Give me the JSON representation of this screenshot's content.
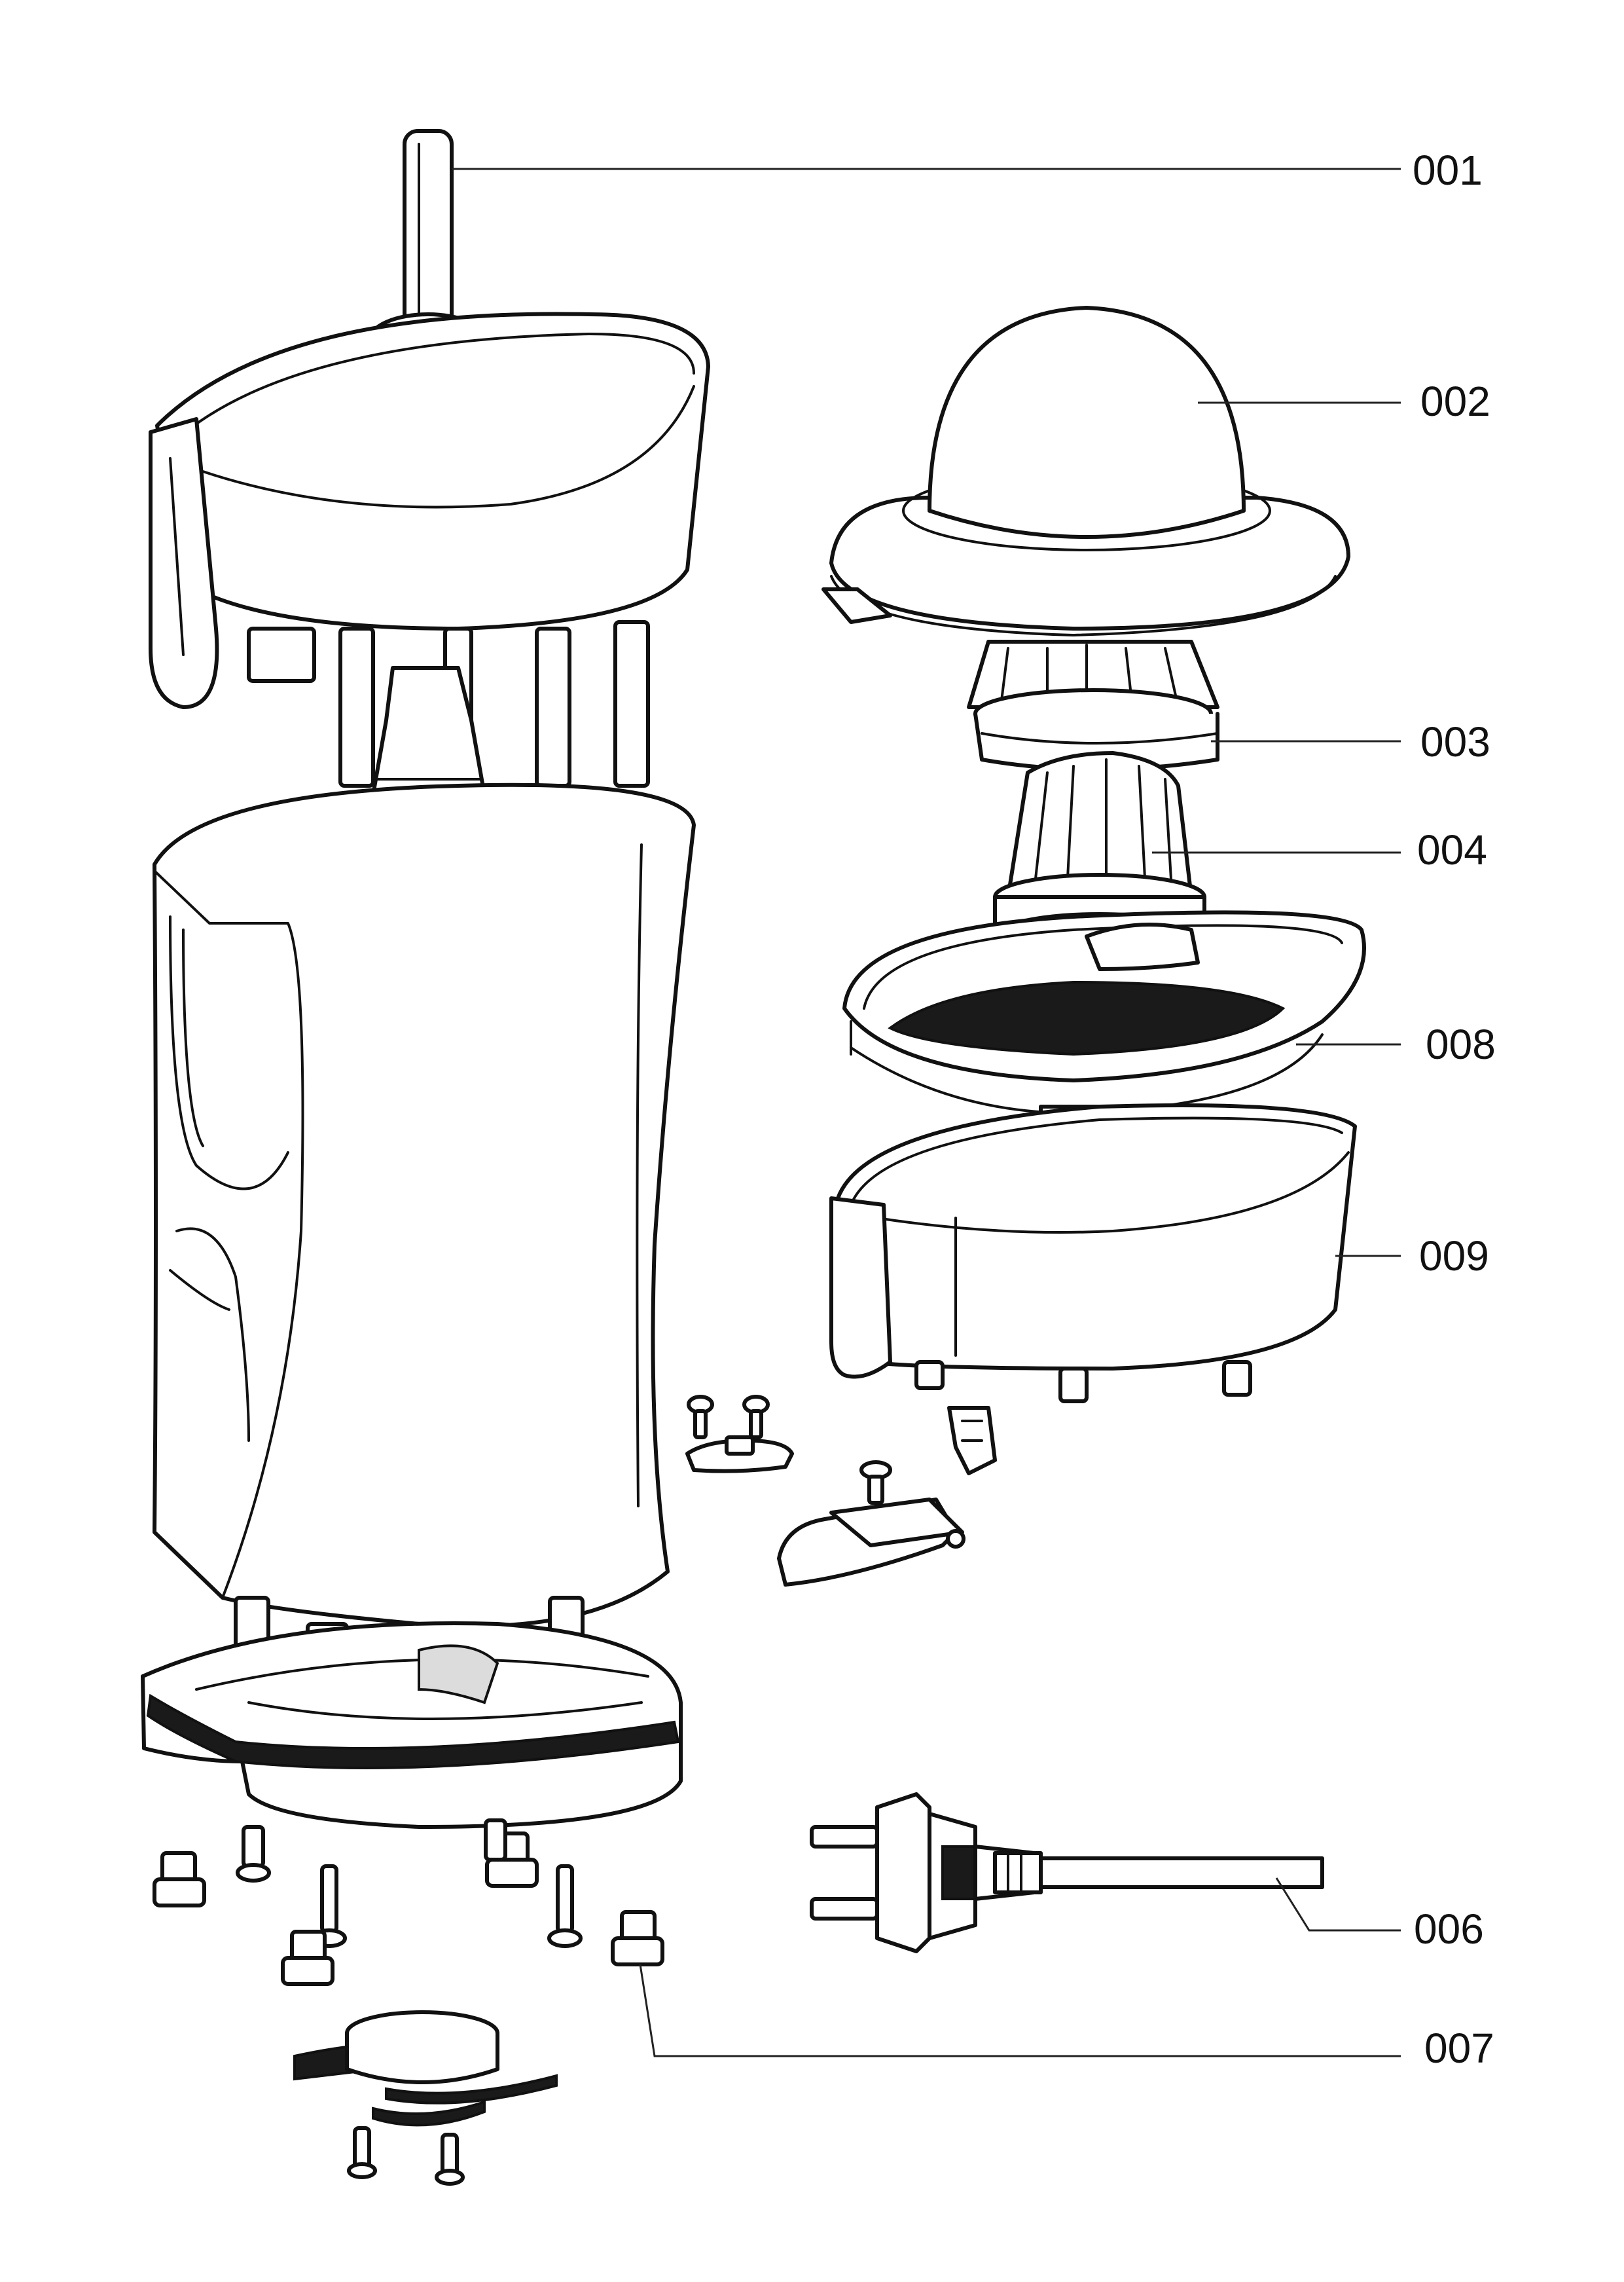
{
  "diagram": {
    "colors": {
      "line": "#111111",
      "background": "#ffffff"
    },
    "labels": {
      "p001": "001",
      "p002": "002",
      "p003": "003",
      "p004": "004",
      "p008": "008",
      "p009": "009",
      "p006": "006",
      "p007": "007"
    }
  }
}
